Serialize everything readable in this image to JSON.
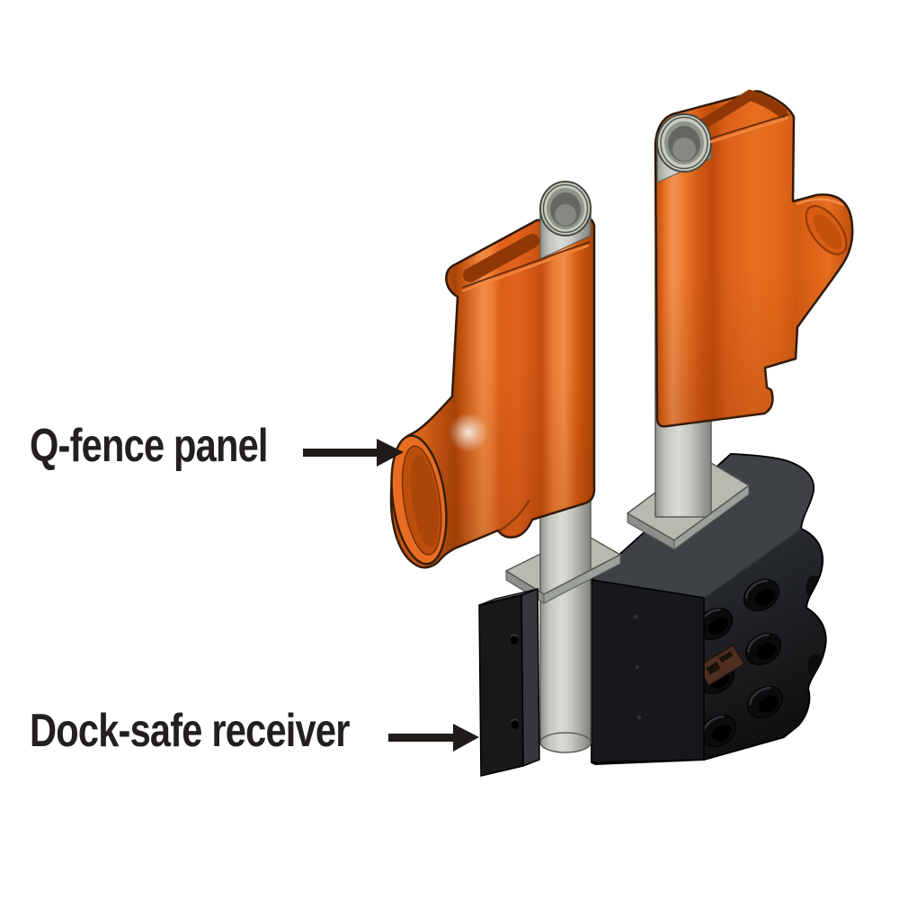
{
  "page": {
    "background": "#ffffff",
    "type": "product-diagram",
    "description": "Exploded isometric illustration of two Q-fence panels on steel posts above a Dock-safe receiver mounting block"
  },
  "callouts": {
    "q_fence_panel": {
      "text": "Q-fence panel",
      "arrow": "right-arrow-icon"
    },
    "dock_safe_receiver": {
      "text": "Dock-safe receiver",
      "arrow": "right-arrow-icon"
    }
  },
  "palette": {
    "panel_orange": "#e5621c",
    "panel_orange_highlight": "#f39354",
    "panel_orange_shadow": "#8f3805",
    "post_gray": "#c6cabf",
    "plate_gray": "#b6bab0",
    "receiver_body": "#17181b",
    "receiver_top": "#3e4247",
    "text_black": "#231f20",
    "arrow_black": "#1e1b18"
  },
  "parts": [
    {
      "name": "Q-fence panel (left)"
    },
    {
      "name": "Q-fence panel (right)"
    },
    {
      "name": "fence post (left)"
    },
    {
      "name": "fence post (right)"
    },
    {
      "name": "clamp plate (left)"
    },
    {
      "name": "clamp plate (right)"
    },
    {
      "name": "dock-safe receiver block"
    },
    {
      "name": "receiver mounting plate"
    }
  ]
}
